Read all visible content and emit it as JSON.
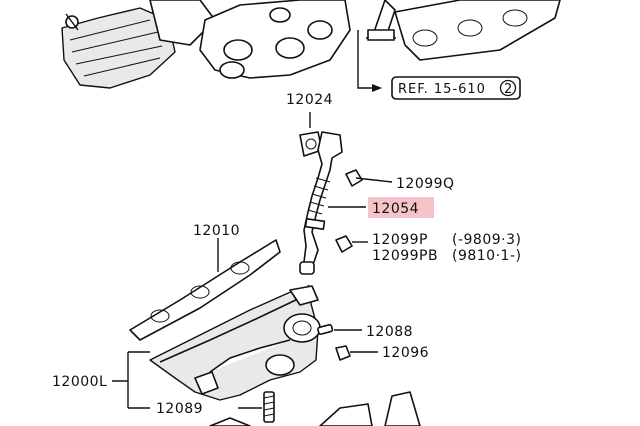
{
  "highlight_color": "#f6c3c8",
  "reference": {
    "text": "REF. 15-610",
    "circle_number": "2"
  },
  "parts": [
    {
      "id": "p12024",
      "number": "12024"
    },
    {
      "id": "p12099q",
      "number": "12099Q"
    },
    {
      "id": "p12054",
      "number": "12054",
      "highlighted": true
    },
    {
      "id": "p12010",
      "number": "12010"
    },
    {
      "id": "p12099p",
      "number": "12099P",
      "note": "(-9809·3)"
    },
    {
      "id": "p12099pb",
      "number": "12099PB",
      "note": "(9810·1-)"
    },
    {
      "id": "p12088",
      "number": "12088"
    },
    {
      "id": "p12096",
      "number": "12096"
    },
    {
      "id": "p12000l",
      "number": "12000L"
    },
    {
      "id": "p12089",
      "number": "12089"
    }
  ]
}
